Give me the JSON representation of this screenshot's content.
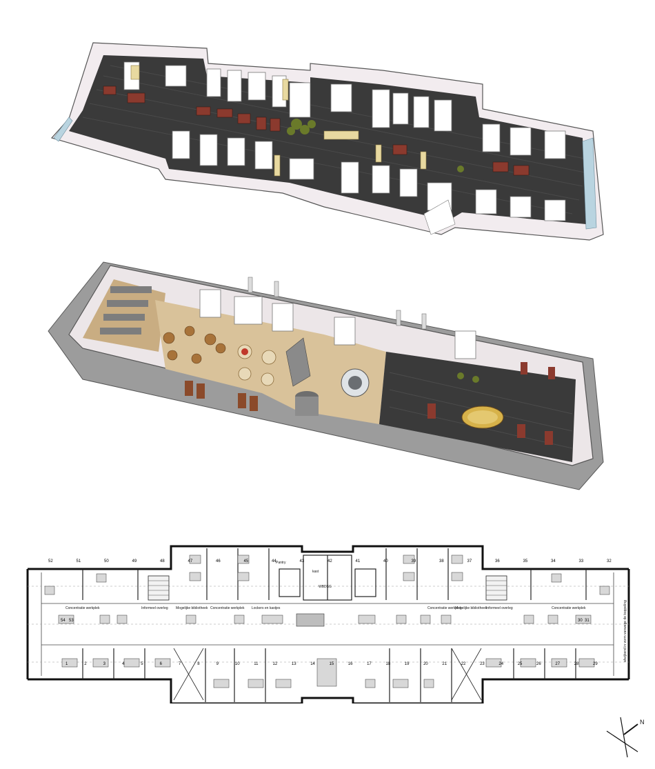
{
  "plan": {
    "labels": {
      "lbl_pantry": "Pantry",
      "lbl_wbdsg": "WBDSG",
      "lbl_kast": "kast",
      "lbl_concentratie_wp1": "Concentratie werkplek",
      "lbl_informeel_overleg1": "Informeel overleg",
      "lbl_mogelijke_bibliotheek1": "Mogelijke bibliotheek",
      "lbl_concentratie_wp2": "Concentratie werkplek",
      "lbl_lockers": "Lockers en kastjes",
      "lbl_concentratie_wp3": "Concentratie werkplek",
      "lbl_mogelijke_bibliotheek2": "Mogelijke bibliotheek",
      "lbl_informeel_overleg2": "Informeel overleg",
      "lbl_concentratie_wp4": "Concentratie werkplek",
      "lbl_side_note": "afwijkend in vorm vanwege de koppeling"
    },
    "desk_numbers_top": [
      "52",
      "51",
      "50",
      "49",
      "48",
      "47",
      "46",
      "45",
      "44",
      "43",
      "42",
      "41",
      "40",
      "39",
      "38",
      "37",
      "36",
      "35",
      "34",
      "33",
      "32"
    ],
    "desk_numbers_mid": [
      "54",
      "53",
      "30",
      "31"
    ],
    "desk_numbers_bottom": [
      "1",
      "2",
      "3",
      "4",
      "5",
      "6",
      "7",
      "8",
      "9",
      "10",
      "11",
      "12",
      "13",
      "14",
      "15",
      "16",
      "17",
      "18",
      "19",
      "20",
      "21",
      "22",
      "23",
      "24",
      "25",
      "26",
      "27",
      "28",
      "29"
    ]
  },
  "compass": {
    "label": "N"
  }
}
